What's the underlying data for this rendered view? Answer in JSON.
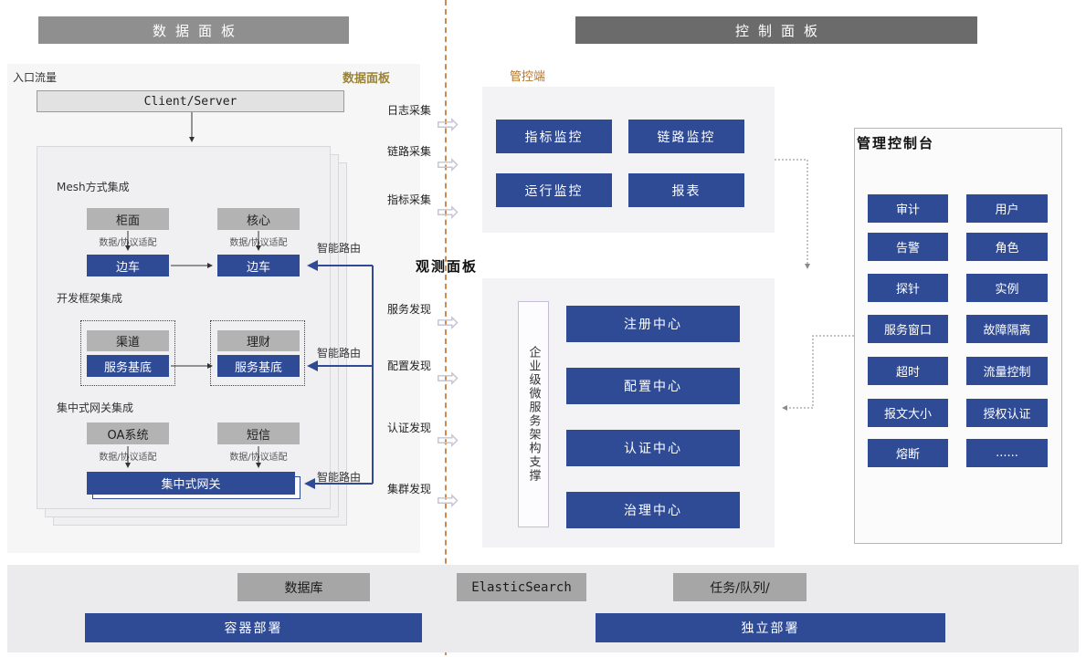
{
  "colors": {
    "accent_blue": "#2f4b96",
    "box_gray": "#b3b3b3",
    "bottom_gray": "#a6a6a6",
    "header_left_gray": "#8f8f8f",
    "header_right_gray": "#6b6b6b",
    "divider_orange": "#cf8a52",
    "gold_label": "#9a8433",
    "control_label_orange": "#b5762c"
  },
  "icons": {
    "flow_arrow": "⇨"
  },
  "headers": {
    "left": "数据面板",
    "right": "控制面板"
  },
  "data_panel": {
    "entry_label": "入口流量",
    "corner_label": "数据面板",
    "client_server": "Client/Server",
    "mesh": {
      "title": "Mesh方式集成",
      "apps": [
        "柜面",
        "核心"
      ],
      "adapter": "数据/协议适配",
      "sidecar": "边车"
    },
    "framework": {
      "title": "开发框架集成",
      "apps": [
        "渠道",
        "理财"
      ],
      "base": "服务基底"
    },
    "gateway": {
      "title": "集中式网关集成",
      "apps": [
        "OA系统",
        "短信"
      ],
      "adapter": "数据/协议适配",
      "bar": "集中式网关"
    },
    "smart_route": "智能路由"
  },
  "flows": {
    "collect": [
      "日志采集",
      "链路采集",
      "指标采集"
    ],
    "observe_title": "观测面板",
    "discover": [
      "服务发现",
      "配置发现",
      "认证发现",
      "集群发现"
    ]
  },
  "control": {
    "label": "管控端",
    "monitors": [
      "指标监控",
      "链路监控",
      "运行监控",
      "报表"
    ],
    "support": "企业级微服务架构支撑",
    "centers": [
      "注册中心",
      "配置中心",
      "认证中心",
      "治理中心"
    ],
    "console": {
      "title": "管理控制台",
      "items": [
        "审计",
        "用户",
        "告警",
        "角色",
        "探针",
        "实例",
        "服务窗口",
        "故障隔离",
        "超时",
        "流量控制",
        "报文大小",
        "授权认证",
        "熔断",
        "......"
      ]
    }
  },
  "infra": {
    "stores": [
      "数据库",
      "ElasticSearch",
      "任务/队列/"
    ],
    "deploys": [
      "容器部署",
      "独立部署"
    ]
  }
}
